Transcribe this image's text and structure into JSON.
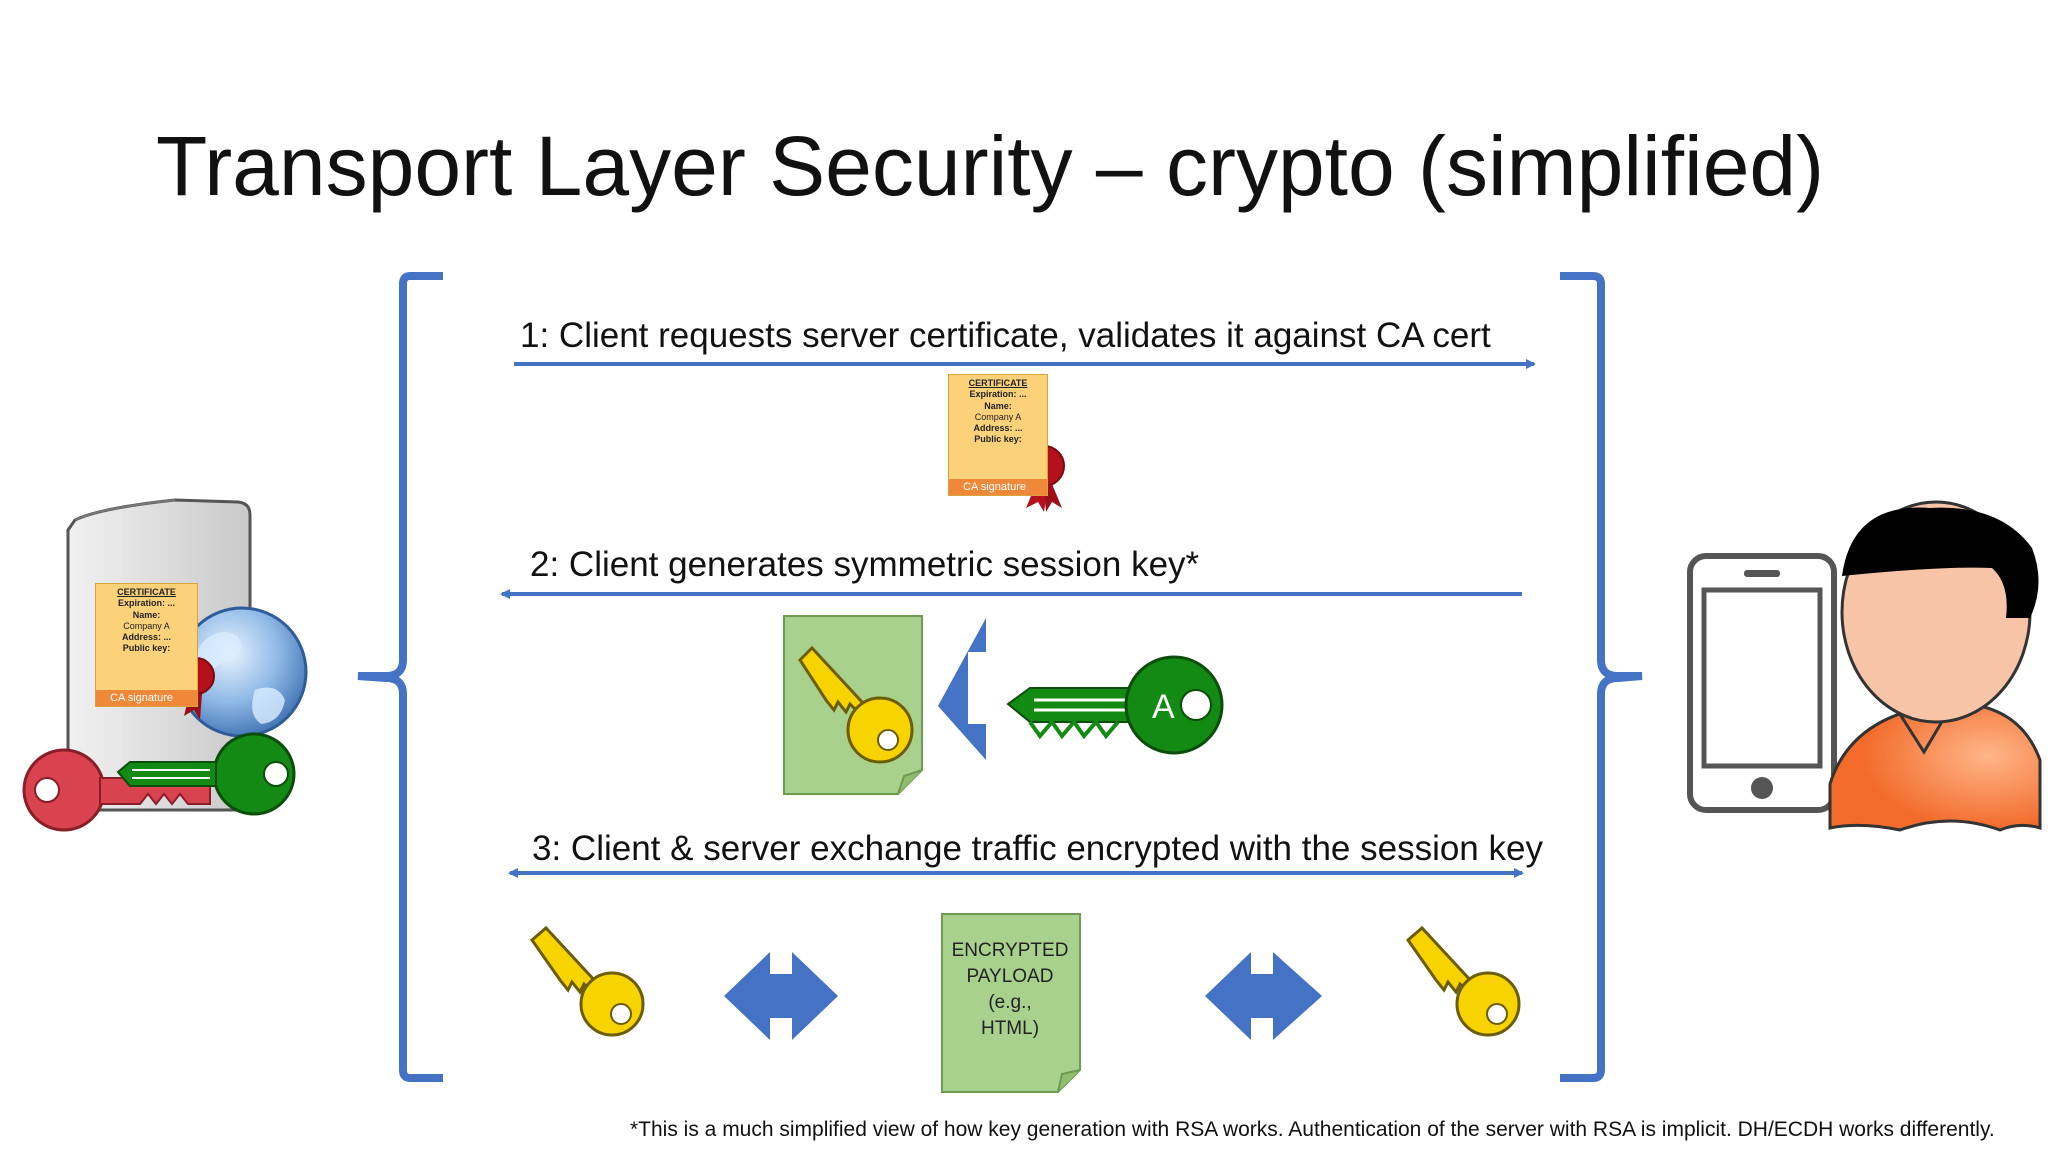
{
  "title": "Transport Layer Security – crypto (simplified)",
  "steps": [
    "1: Client requests server certificate, validates it against CA cert",
    "2: Client generates symmetric session key*",
    "3: Client & server exchange traffic encrypted with the session key"
  ],
  "footnote": "*This is a much simplified view of how key generation with RSA works. Authentication of the server with RSA is implicit. DH/ECDH works differently.",
  "certificate": {
    "header": "CERTIFICATE",
    "expiration": "Expiration: ...",
    "name": "Name:",
    "company": "Company A",
    "address": "Address: ...",
    "public_key": "Public key:",
    "signature": "CA signature"
  },
  "key_label": "A",
  "payload": [
    "ENCRYPTED",
    "PAYLOAD",
    "(e.g.,",
    "HTML)"
  ],
  "colors": {
    "bracket": "#4472c4",
    "arrow": "#4472c4",
    "public_key": "#138a13",
    "private_key": "#d9424f",
    "session_key": "#f7d400",
    "document": "#a9d18e",
    "certificate": "#fbd27a",
    "person_shirt": "#f26b2a",
    "person_skin": "#f8c4a8"
  },
  "icons": [
    "server-icon",
    "globe-icon",
    "phone-icon",
    "person-icon",
    "certificate-icon",
    "wax-seal-icon",
    "key-icon",
    "document-icon",
    "double-arrow-icon"
  ]
}
